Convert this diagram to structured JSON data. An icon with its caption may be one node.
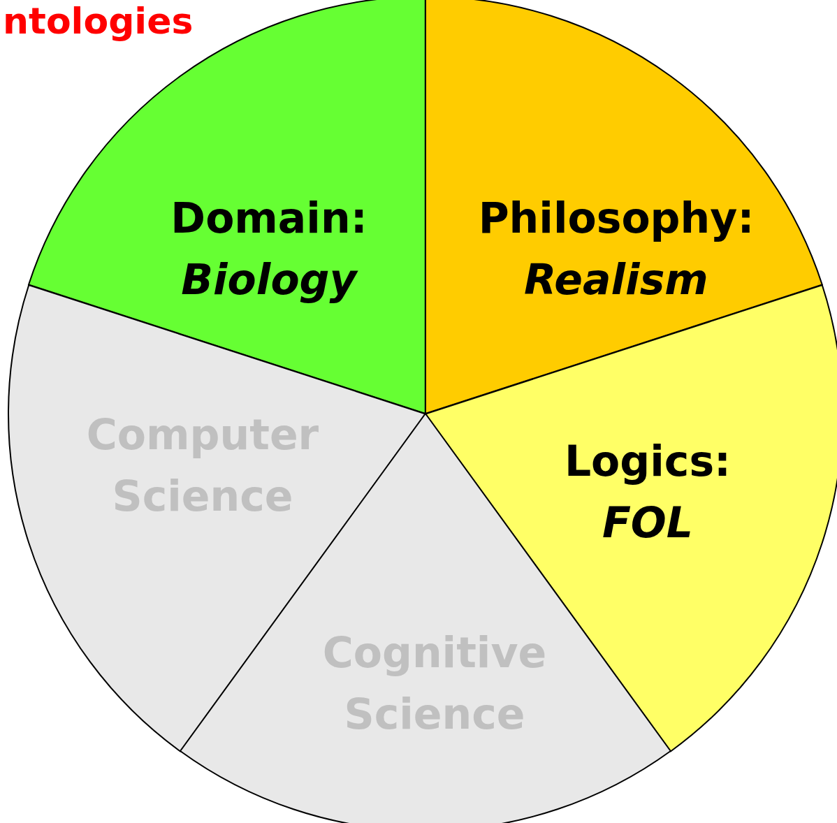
{
  "diagram": {
    "title": "ntologies",
    "nodes": [
      {
        "text": [
          "Domain:",
          "Biology"
        ]
      },
      {
        "text": [
          "Philosophy:",
          "Realism"
        ]
      },
      {
        "text": [
          "Computer Science"
        ]
      },
      {
        "text": [
          "Logics:",
          "FOL"
        ]
      },
      {
        "text": [
          "Cognitive Science"
        ]
      }
    ]
  }
}
